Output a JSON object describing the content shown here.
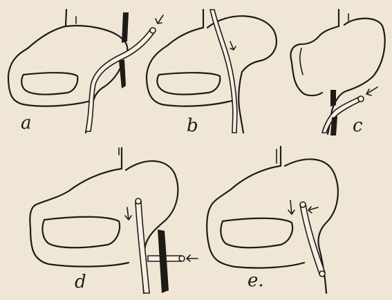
{
  "panels": [
    {
      "id": "a",
      "label": "a"
    },
    {
      "id": "b",
      "label": "b"
    },
    {
      "id": "c",
      "label": "c"
    },
    {
      "id": "d",
      "label": "d"
    },
    {
      "id": "e",
      "label": "e."
    }
  ]
}
